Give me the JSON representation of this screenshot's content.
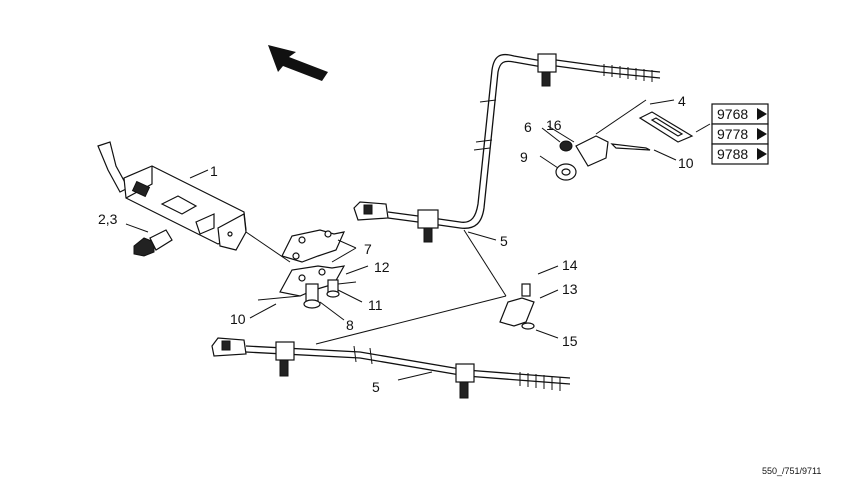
{
  "labels": {
    "l1": "1",
    "l23": "2,3",
    "l4": "4",
    "l5a": "5",
    "l5b": "5",
    "l6": "6",
    "l7": "7",
    "l8": "8",
    "l9": "9",
    "l10a": "10",
    "l10b": "10",
    "l11": "11",
    "l12": "12",
    "l13": "13",
    "l14": "14",
    "l15": "15",
    "l16": "16"
  },
  "refs": [
    "9768",
    "9778",
    "9788"
  ],
  "drawing_code": "550_/751/9711",
  "icons": [
    "direction-arrow-icon",
    "play-triangle-icon"
  ]
}
